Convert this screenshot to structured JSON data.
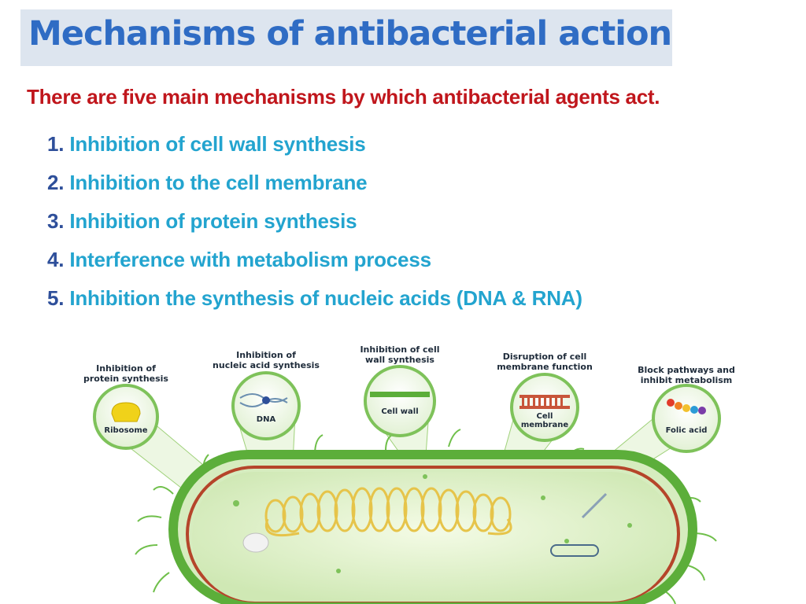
{
  "slide": {
    "title": "Mechanisms of antibacterial action",
    "intro": "There are five  main mechanisms by which antibacterial agents act."
  },
  "mechanisms": [
    {
      "num": "1.",
      "text": "Inhibition of cell wall synthesis"
    },
    {
      "num": "2.",
      "text": "Inhibition to the cell membrane"
    },
    {
      "num": "3.",
      "text": "Inhibition of protein synthesis"
    },
    {
      "num": "4.",
      "text": "Interference with metabolism process"
    },
    {
      "num": "5.",
      "text": "Inhibition the synthesis  of nucleic acids (DNA & RNA)"
    }
  ],
  "diagram": {
    "callouts": [
      {
        "line1": "Inhibition of",
        "line2": "protein synthesis",
        "inner": "Ribosome"
      },
      {
        "line1": "Inhibition of",
        "line2": "nucleic acid synthesis",
        "inner": "DNA"
      },
      {
        "line1": "Inhibition of cell",
        "line2": "wall synthesis",
        "inner": "Cell wall"
      },
      {
        "line1": "Disruption of cell",
        "line2": "membrane function",
        "inner_line1": "Cell",
        "inner_line2": "membrane"
      },
      {
        "line1": "Block pathways and",
        "line2": "inhibit metabolism",
        "inner": "Folic acid"
      }
    ]
  },
  "colors": {
    "title": "#2f6cc4",
    "title_bg": "#dde5ef",
    "intro": "#c0161c",
    "list_number": "#2e4f9a",
    "list_text": "#23a4cf",
    "cell_green": "#5cae3a",
    "membrane_red": "#b5452a",
    "dna_yellow": "#e6c44a"
  }
}
